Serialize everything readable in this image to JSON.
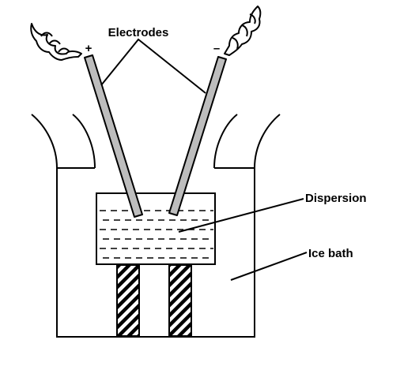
{
  "labels": {
    "electrodes": "Electrodes",
    "dispersion": "Dispersion",
    "ice_bath": "Ice bath",
    "positive": "+",
    "negative": "–"
  },
  "colors": {
    "stroke": "#000000",
    "electrode_fill": "#bdbdbd",
    "background": "#ffffff"
  }
}
